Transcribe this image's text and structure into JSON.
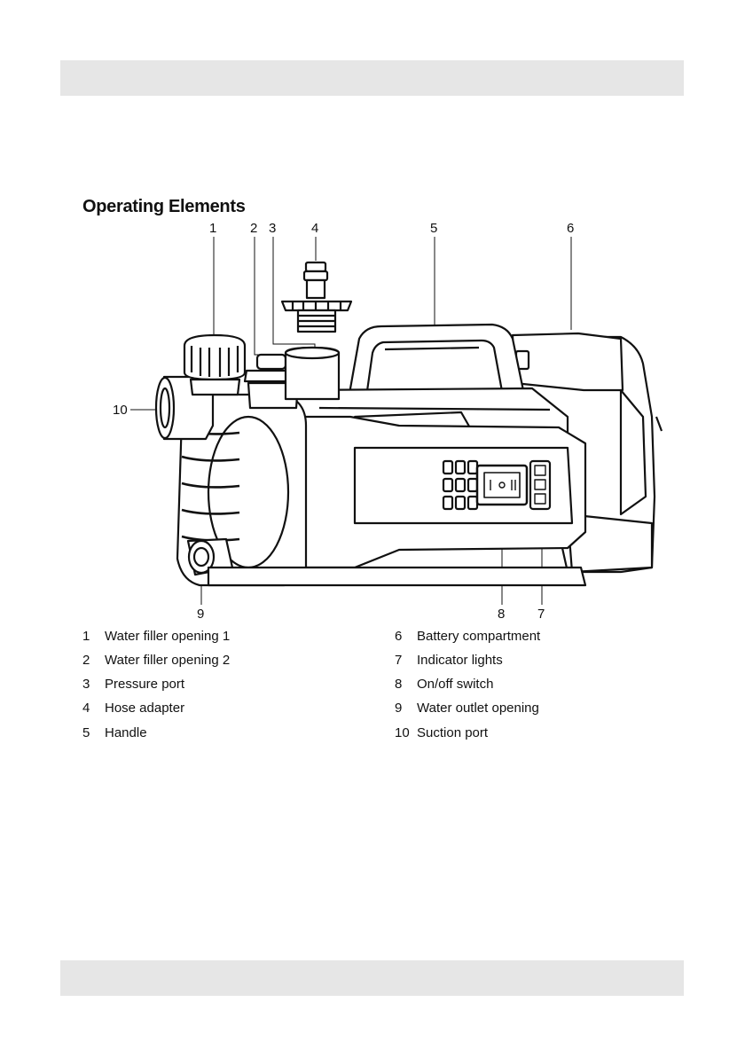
{
  "section_title": "Operating Elements",
  "callout_numbers": [
    "1",
    "2",
    "3",
    "4",
    "5",
    "6",
    "7",
    "8",
    "9",
    "10"
  ],
  "legend_left": [
    {
      "num": "1",
      "label": "Water filler opening 1"
    },
    {
      "num": "2",
      "label": "Water filler opening 2"
    },
    {
      "num": "3",
      "label": "Pressure port"
    },
    {
      "num": "4",
      "label": "Hose adapter"
    },
    {
      "num": "5",
      "label": "Handle"
    }
  ],
  "legend_right": [
    {
      "num": "6",
      "label": "Battery compartment"
    },
    {
      "num": "7",
      "label": "Indicator lights"
    },
    {
      "num": "8",
      "label": "On/off switch"
    },
    {
      "num": "9",
      "label": "Water outlet opening"
    },
    {
      "num": "10",
      "label": "Suction port"
    }
  ],
  "colors": {
    "band": "#e6e6e6",
    "ink": "#111111"
  }
}
